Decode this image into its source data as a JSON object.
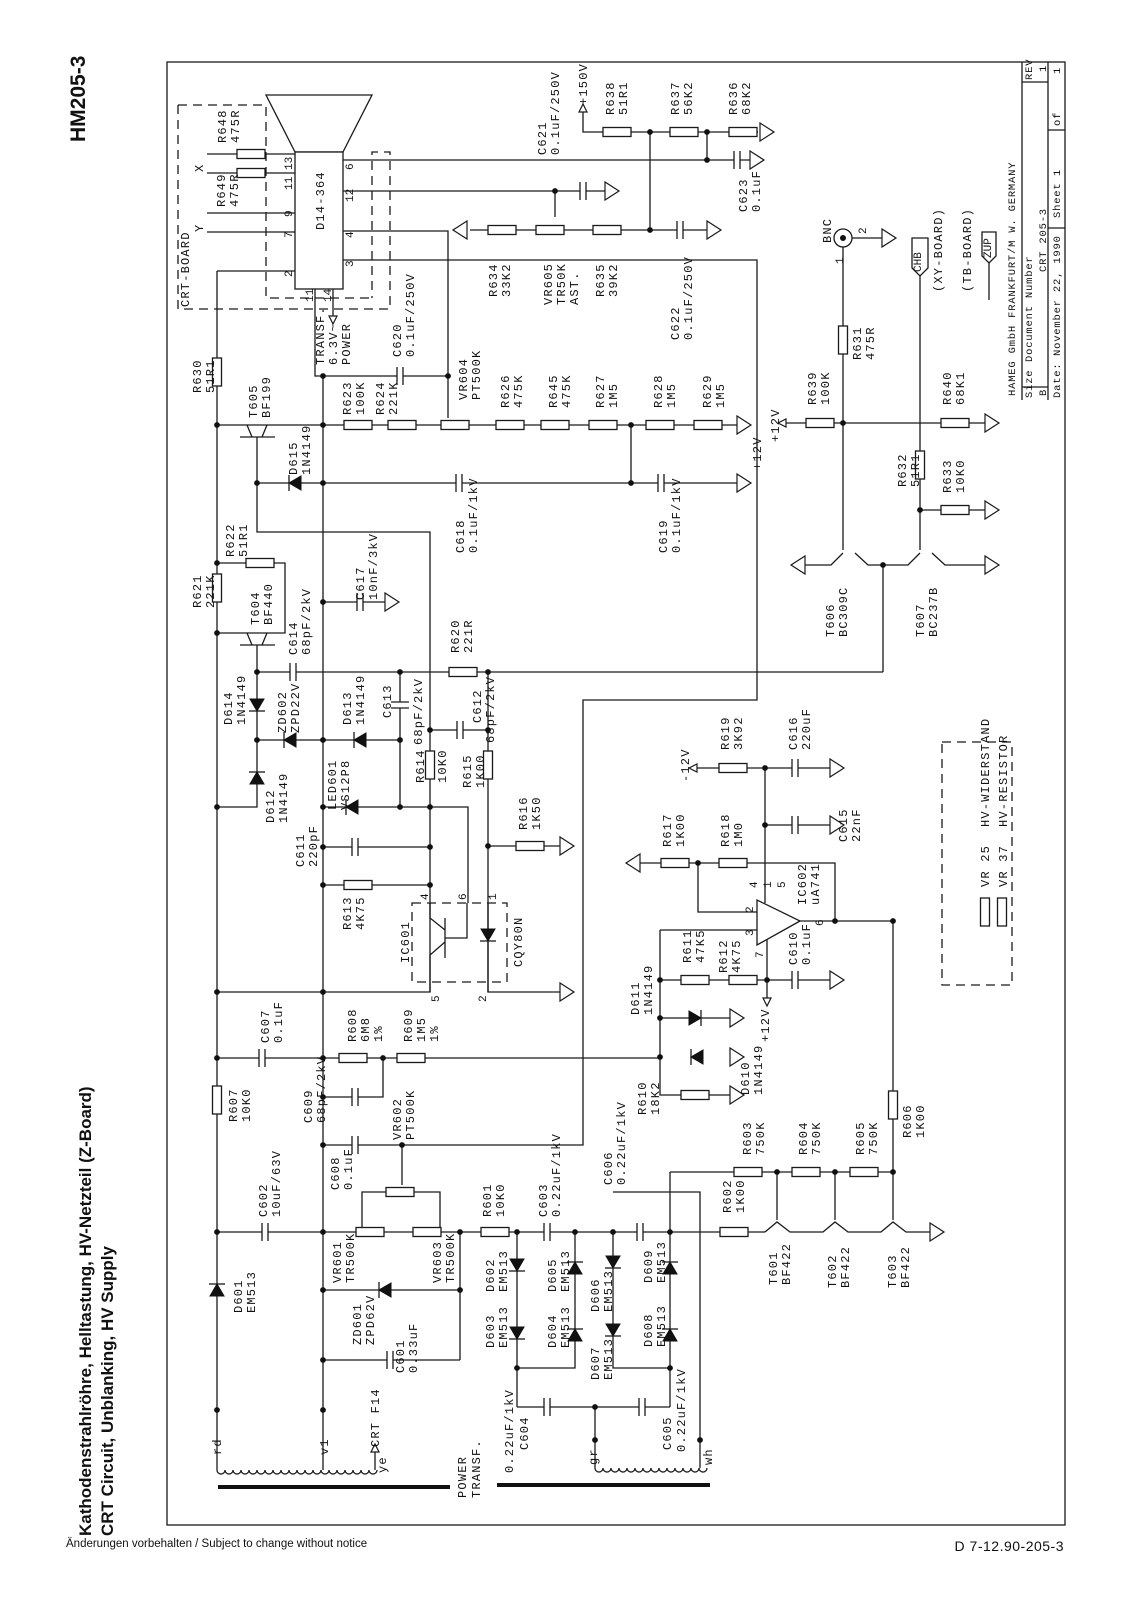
{
  "header": {
    "model": "HM205-3",
    "title_de": "Kathodenstrahlröhre, Helltastung, HV-Netzteil (Z-Board)",
    "title_en": "CRT Circuit, Unblanking, HV Supply"
  },
  "footer": {
    "notice": "Änderungen vorbehalten / Subject to change without notice",
    "doc_code": "D  7-12.90-205-3"
  },
  "title_block": {
    "company": "HAMEG GmbH   FRANKFURT/M   W. GERMANY",
    "size_label": "Size",
    "size": "B",
    "doc_number_label": "Document Number",
    "doc_number": "CRT 205-3",
    "rev_label": "REV",
    "rev": "1",
    "date_label": "Date:",
    "date": "November 22, 1990",
    "sheet_label": "Sheet",
    "sheet": "1",
    "of_label": "of",
    "sheets": "1"
  },
  "legend": {
    "hv_widerstand": "HV-WIDERSTAND",
    "hv_resistor": "HV-RESISTOR",
    "vr25": "VR 25",
    "vr37": "VR 37"
  },
  "labels": {
    "crt_board": "CRT-BOARD",
    "x": "X",
    "y": "Y",
    "transf": [
      "TRANSF.",
      "6.3V~",
      "POWER"
    ],
    "plus150": "+150V",
    "minus12": "-12V",
    "plus12_a": "+12V",
    "plus12_b": "+12V",
    "plus12_c": "+12V",
    "bnc": "BNC",
    "chb": "CHB",
    "xy_board": "(XY-BOARD)",
    "tb_board": "(TB-BOARD)",
    "zup": "ZUP",
    "crt_f14": "CRT F14",
    "rd": "rd",
    "v1": "v1",
    "ye": "ye",
    "gr": "gr",
    "wh": "wh",
    "power_transf": [
      "POWER",
      "TRANSF."
    ]
  },
  "pins": {
    "crt": [
      "13",
      "11",
      "9",
      "7",
      "2",
      "6",
      "12",
      "4",
      "3",
      "11",
      "14"
    ],
    "ic601": [
      "4",
      "6",
      "1",
      "5",
      "2"
    ],
    "ic602": [
      "4",
      "1",
      "5",
      "2",
      "3",
      "6",
      "7"
    ],
    "bnc": [
      "1",
      "2"
    ]
  },
  "components": {
    "CRT": [
      "D14-364"
    ],
    "R648": [
      "R648",
      "475R"
    ],
    "R649": [
      "R649",
      "475R"
    ],
    "R630": [
      "R630",
      "51R1"
    ],
    "C620": [
      "C620",
      "0.1uF/250V"
    ],
    "C621": [
      "C621",
      "0.1uF/250V"
    ],
    "R638": [
      "R638",
      "51R1"
    ],
    "R637": [
      "R637",
      "56K2"
    ],
    "R636": [
      "R636",
      "68K2"
    ],
    "C623": [
      "C623",
      "0.1uF"
    ],
    "R634": [
      "R634",
      "33K2"
    ],
    "VR605": [
      "VR605",
      "TR50K",
      "AST."
    ],
    "R635": [
      "R635",
      "39K2"
    ],
    "C622": [
      "C622",
      "0.1uF/250V"
    ],
    "VR604": [
      "VR604",
      "PT500K"
    ],
    "R623": [
      "R623",
      "100K"
    ],
    "R624": [
      "R624",
      "221K"
    ],
    "R626": [
      "R626",
      "475K"
    ],
    "R645": [
      "R645",
      "475K"
    ],
    "R627": [
      "R627",
      "1M5"
    ],
    "R628": [
      "R628",
      "1M5"
    ],
    "R629": [
      "R629",
      "1M5"
    ],
    "C618": [
      "C618",
      "0.1uF/1kV"
    ],
    "C619": [
      "C619",
      "0.1uF/1kV"
    ],
    "T605": [
      "T605",
      "BF199"
    ],
    "D615": [
      "D615",
      "1N4149"
    ],
    "R622": [
      "R622",
      "51R1"
    ],
    "R621": [
      "R621",
      "221K"
    ],
    "T604": [
      "T604",
      "BF440"
    ],
    "C614": [
      "C614",
      "68pF/2kV"
    ],
    "C617": [
      "C617",
      "10nF/3kV"
    ],
    "R620": [
      "R620",
      "221R"
    ],
    "D614": [
      "D614",
      "1N4149"
    ],
    "ZD602": [
      "ZD602",
      "ZPD22V"
    ],
    "D613": [
      "D613",
      "1N4149"
    ],
    "C613": [
      "C613",
      "68pF/2kV"
    ],
    "C612": [
      "C612",
      "68pF/2kV"
    ],
    "R614": [
      "R614",
      "10K0"
    ],
    "R615": [
      "R615",
      "1K00"
    ],
    "D612": [
      "D612",
      "1N4149"
    ],
    "LED601": [
      "LED601",
      "VS12P8"
    ],
    "R616": [
      "R616",
      "1K50"
    ],
    "C611": [
      "C611",
      "220pF"
    ],
    "R613": [
      "R613",
      "4K75"
    ],
    "IC601": [
      "IC601",
      "CQY80N"
    ],
    "C607": [
      "C607",
      "0.1uF"
    ],
    "R608": [
      "R608",
      "6M8",
      "1%"
    ],
    "R609": [
      "R609",
      "1M5",
      "1%"
    ],
    "R607": [
      "R607",
      "10K0"
    ],
    "C609": [
      "C609",
      "68pF/2kV"
    ],
    "VR602": [
      "VR602",
      "PT500K"
    ],
    "C602": [
      "C602",
      "10uF/63V"
    ],
    "C608": [
      "C608",
      "0.1uF"
    ],
    "VR601": [
      "VR601",
      "TR500K"
    ],
    "VR603": [
      "VR603",
      "TR500K"
    ],
    "R601": [
      "R601",
      "10K0"
    ],
    "C603": [
      "C603",
      "0.22uF/1kV"
    ],
    "D601": [
      "D601",
      "EM513"
    ],
    "D602": [
      "D602",
      "EM513"
    ],
    "D603": [
      "D603",
      "EM513"
    ],
    "D604": [
      "D604",
      "EM513"
    ],
    "D605": [
      "D605",
      "EM513"
    ],
    "D606": [
      "D606",
      "EM513"
    ],
    "D607": [
      "D607",
      "EM513"
    ],
    "D608": [
      "D608",
      "EM513"
    ],
    "D609": [
      "D609",
      "EM513"
    ],
    "ZD601": [
      "ZD601",
      "ZPD62V"
    ],
    "C601": [
      "C601",
      "0.33uF"
    ],
    "C604": [
      "C604",
      "0.22uF/1kV"
    ],
    "C605": [
      "C605",
      "0.22uF/1kV"
    ],
    "C606": [
      "C606",
      "0.22uF/1kV"
    ],
    "R603": [
      "R603",
      "750K"
    ],
    "R604": [
      "R604",
      "750K"
    ],
    "R605": [
      "R605",
      "750K"
    ],
    "R606": [
      "R606",
      "1K00"
    ],
    "R602": [
      "R602",
      "1K00"
    ],
    "T601": [
      "T601",
      "BF422"
    ],
    "T602": [
      "T602",
      "BF422"
    ],
    "T603": [
      "T603",
      "BF422"
    ],
    "R610": [
      "R610",
      "18K2"
    ],
    "R619": [
      "R619",
      "3K92"
    ],
    "C616": [
      "C616",
      "220uF"
    ],
    "R617": [
      "R617",
      "1K00"
    ],
    "R618": [
      "R618",
      "1M0"
    ],
    "C615": [
      "C615",
      "22nF"
    ],
    "IC602": [
      "IC602",
      "uA741"
    ],
    "R611": [
      "R611",
      "47K5"
    ],
    "R612": [
      "R612",
      "4K75"
    ],
    "C610": [
      "C610",
      "0.1uF"
    ],
    "D611": [
      "D611",
      "1N4149"
    ],
    "D610": [
      "D610",
      "1N4149"
    ],
    "R631": [
      "R631",
      "475R"
    ],
    "R639": [
      "R639",
      "100K"
    ],
    "R640": [
      "R640",
      "68K1"
    ],
    "R632": [
      "R632",
      "51R1"
    ],
    "R633": [
      "R633",
      "10K0"
    ],
    "T606": [
      "T606",
      "BC309C"
    ],
    "T607": [
      "T607",
      "BC237B"
    ]
  }
}
